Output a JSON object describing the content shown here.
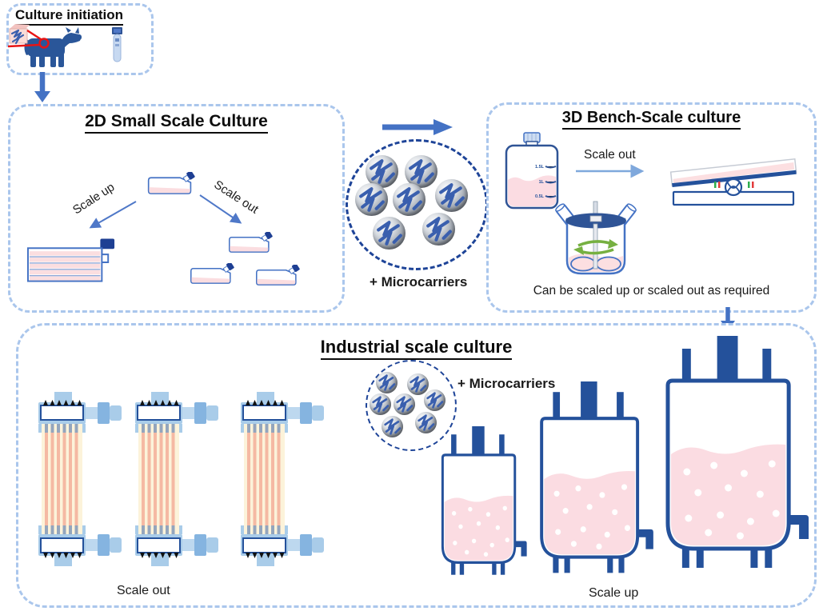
{
  "diagram": {
    "initiation": {
      "title": "Culture initiation"
    },
    "small_scale_2d": {
      "title": "2D Small Scale Culture",
      "scale_up_label": "Scale up",
      "scale_out_label": "Scale out"
    },
    "transition": {
      "microcarriers_label": "+ Microcarriers"
    },
    "bench_scale_3d": {
      "title": "3D Bench-Scale culture",
      "scale_out_label": "Scale out",
      "caption": "Can be scaled up or scaled out as required",
      "bottle_graduations": [
        "1.5L",
        "1L",
        "0.5L"
      ]
    },
    "industrial": {
      "title": "Industrial scale culture",
      "microcarriers_label": "+ Microcarriers",
      "scale_out_label": "Scale out",
      "scale_up_label": "Scale up"
    }
  },
  "icons": [
    "cow-icon",
    "muscle-biopsy-icon",
    "cryovial-icon",
    "t-flask-icon",
    "multilayer-flask-icon",
    "microcarrier-sphere-icon",
    "media-bottle-icon",
    "spinner-flask-icon",
    "rocking-bioreactor-icon",
    "hollow-fiber-bioreactor-icon",
    "stirred-tank-bioreactor-icon"
  ],
  "colors": {
    "panel_border": "#aac6ec",
    "circle_border": "#1e4498",
    "arrow_blue": "#4472c4",
    "navy": "#24519b",
    "liquid_pink": "#fbdce2",
    "impeller_green": "#76b041",
    "biopsy_red": "#e81414"
  }
}
